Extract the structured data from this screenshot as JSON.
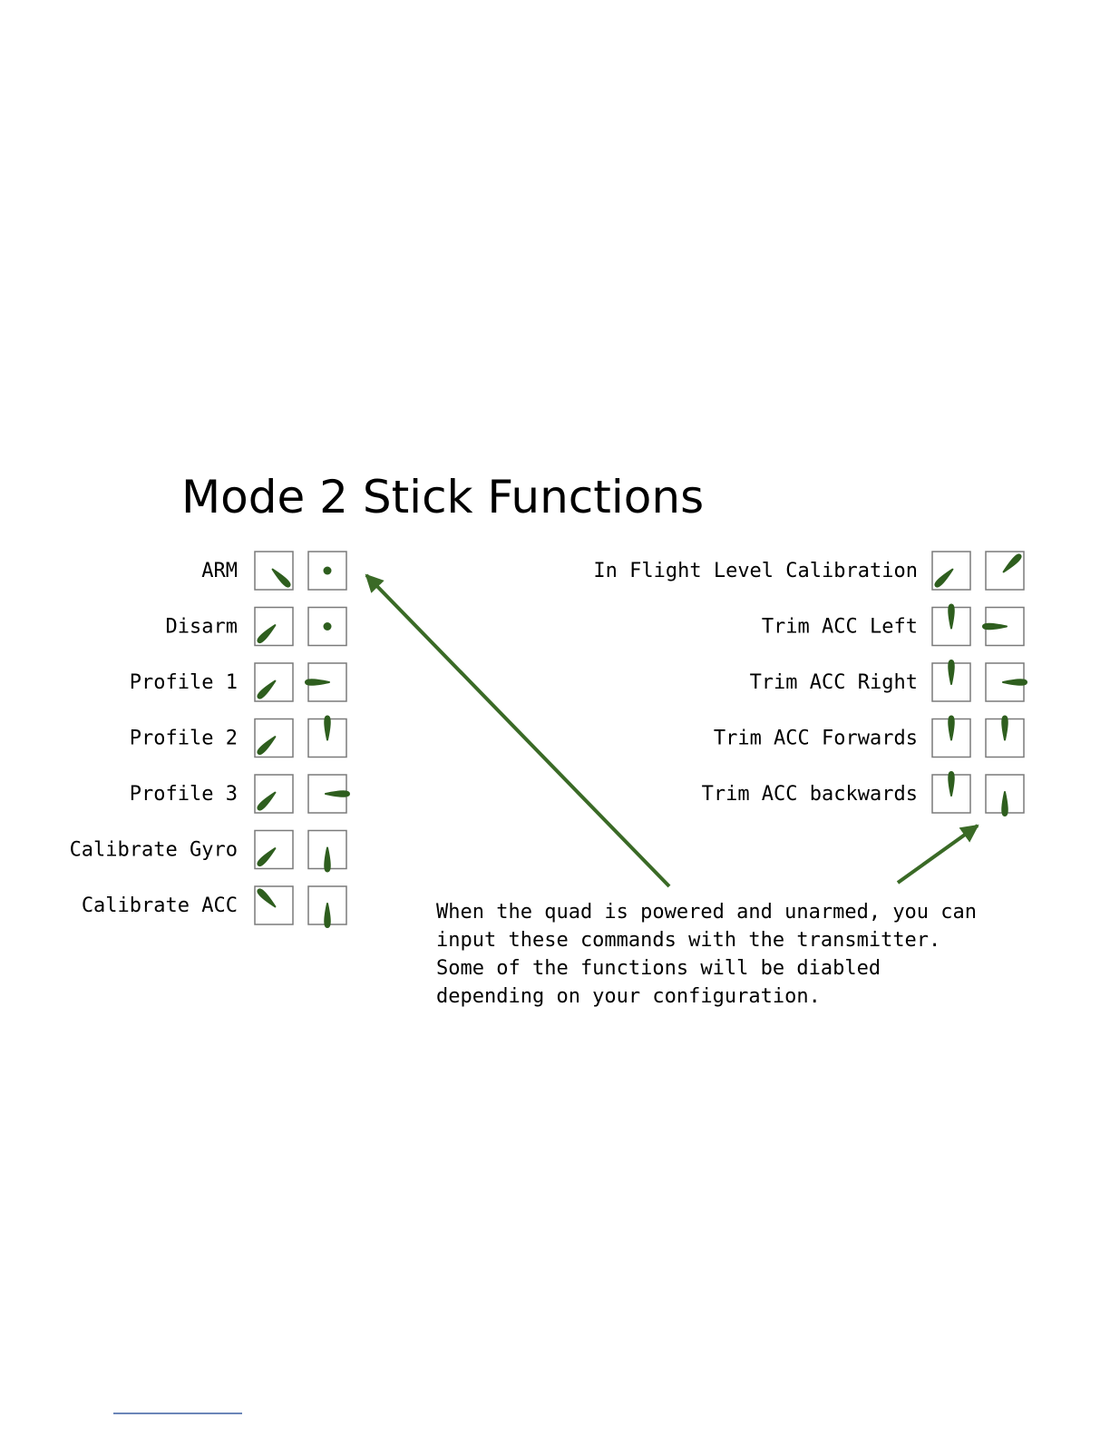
{
  "title": "Mode 2 Stick Functions",
  "colors": {
    "stick": "#2e5e1e",
    "arrow": "#3a6a26",
    "box": "#7a7a7a",
    "text": "#000000"
  },
  "left_commands": [
    {
      "label": "ARM",
      "left_stick": "down-right",
      "right_stick": "center"
    },
    {
      "label": "Disarm",
      "left_stick": "down-left",
      "right_stick": "center"
    },
    {
      "label": "Profile 1",
      "left_stick": "down-left",
      "right_stick": "left"
    },
    {
      "label": "Profile 2",
      "left_stick": "down-left",
      "right_stick": "up"
    },
    {
      "label": "Profile 3",
      "left_stick": "down-left",
      "right_stick": "right"
    },
    {
      "label": "Calibrate Gyro",
      "left_stick": "down-left",
      "right_stick": "down"
    },
    {
      "label": "Calibrate ACC",
      "left_stick": "up-left",
      "right_stick": "down"
    }
  ],
  "right_commands": [
    {
      "label": "In Flight Level Calibration",
      "left_stick": "down-left",
      "right_stick": "up-right"
    },
    {
      "label": "Trim ACC Left",
      "left_stick": "up",
      "right_stick": "left"
    },
    {
      "label": "Trim ACC Right",
      "left_stick": "up",
      "right_stick": "right"
    },
    {
      "label": "Trim ACC Forwards",
      "left_stick": "up",
      "right_stick": "up"
    },
    {
      "label": "Trim ACC backwards",
      "left_stick": "up",
      "right_stick": "down"
    }
  ],
  "note_lines": [
    "When the quad is powered and unarmed, you can",
    "input these commands with the transmitter.",
    "Some of the functions will be diabled",
    "depending on your configuration."
  ]
}
